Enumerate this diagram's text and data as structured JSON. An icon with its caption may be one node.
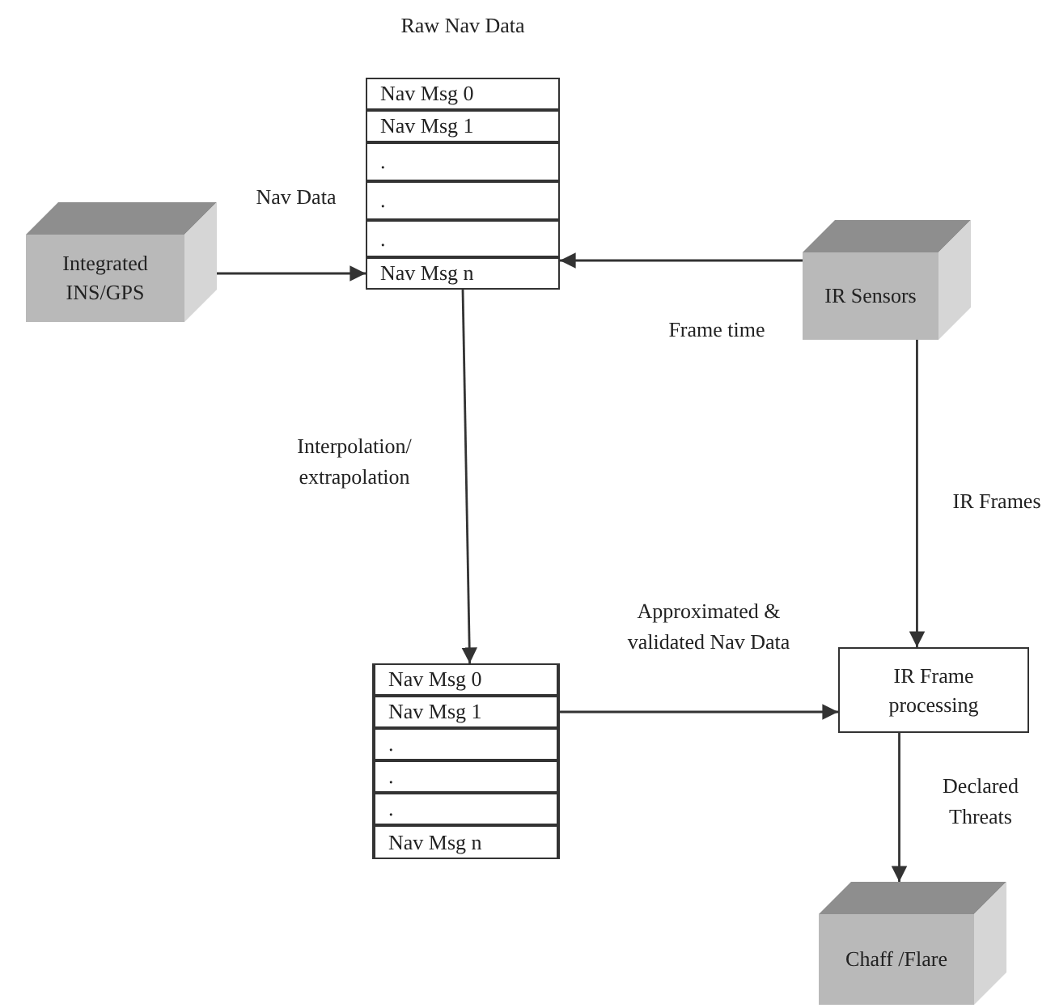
{
  "diagram": {
    "nodes": [
      {
        "text": [
          "Integrated INS/GPS"
        ]
      },
      {
        "text": [
          "Raw Nav Data"
        ]
      },
      {
        "text": [
          "Nav Msg 0"
        ],
        "in": 1
      },
      {
        "text": [
          "Nav Msg 1"
        ],
        "in": 1
      },
      {
        "text": [
          "."
        ],
        "in": 1
      },
      {
        "text": [
          "."
        ],
        "in": 1
      },
      {
        "text": [
          "."
        ],
        "in": 1
      },
      {
        "text": [
          "Nav Msg n"
        ],
        "in": 1
      },
      {
        "text": [
          "IR Sensors"
        ]
      },
      {
        "text": [],
        "shape": "box"
      },
      {
        "text": [
          "Nav Msg 0"
        ],
        "in": 9
      },
      {
        "text": [
          "Nav Msg 1"
        ],
        "in": 9
      },
      {
        "text": [
          "."
        ],
        "in": 9
      },
      {
        "text": [
          "."
        ],
        "in": 9
      },
      {
        "text": [
          "."
        ],
        "in": 9
      },
      {
        "text": [
          "Nav Msg n"
        ],
        "in": 9
      },
      {
        "text": [
          "IR Frame processing"
        ]
      },
      {
        "text": [
          "Chaff /Flare"
        ]
      }
    ],
    "edges": [
      {
        "from": 0,
        "to": 7,
        "arrow": "to",
        "label": "Nav Data"
      },
      {
        "from": 8,
        "to": 7,
        "arrow": "to",
        "label": "Frame time"
      },
      {
        "from": 7,
        "to": 10,
        "arrow": "to",
        "label": "Interpolation/ extrapolation"
      },
      {
        "from": 11,
        "to": 16,
        "arrow": "to",
        "label": "Approximated & validated Nav Data"
      },
      {
        "from": 8,
        "to": 16,
        "arrow": "to",
        "label": "IR Frames"
      },
      {
        "from": 16,
        "to": 17,
        "arrow": "to",
        "label": "Declared Threats"
      }
    ]
  }
}
